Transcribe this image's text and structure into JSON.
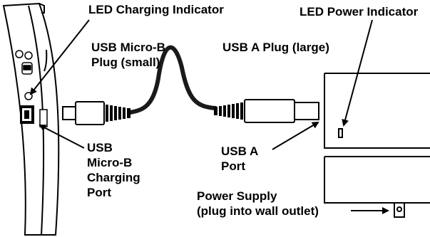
{
  "labels": {
    "led_charging": "LED Charging Indicator",
    "led_power": "LED Power Indicator",
    "usb_micro_b_plug": [
      "USB Micro-B",
      "Plug (small)"
    ],
    "usb_a_plug": "USB A Plug (large)",
    "usb_micro_b_port": [
      "USB",
      "Micro-B",
      "Charging",
      "Port"
    ],
    "usb_a_port": [
      "USB A",
      "Port"
    ],
    "power_supply": [
      "Power Supply",
      "(plug into wall outlet)"
    ]
  },
  "colors": {
    "ink": "#000000",
    "paper": "#ffffff",
    "cable": "#1a1a1a"
  }
}
